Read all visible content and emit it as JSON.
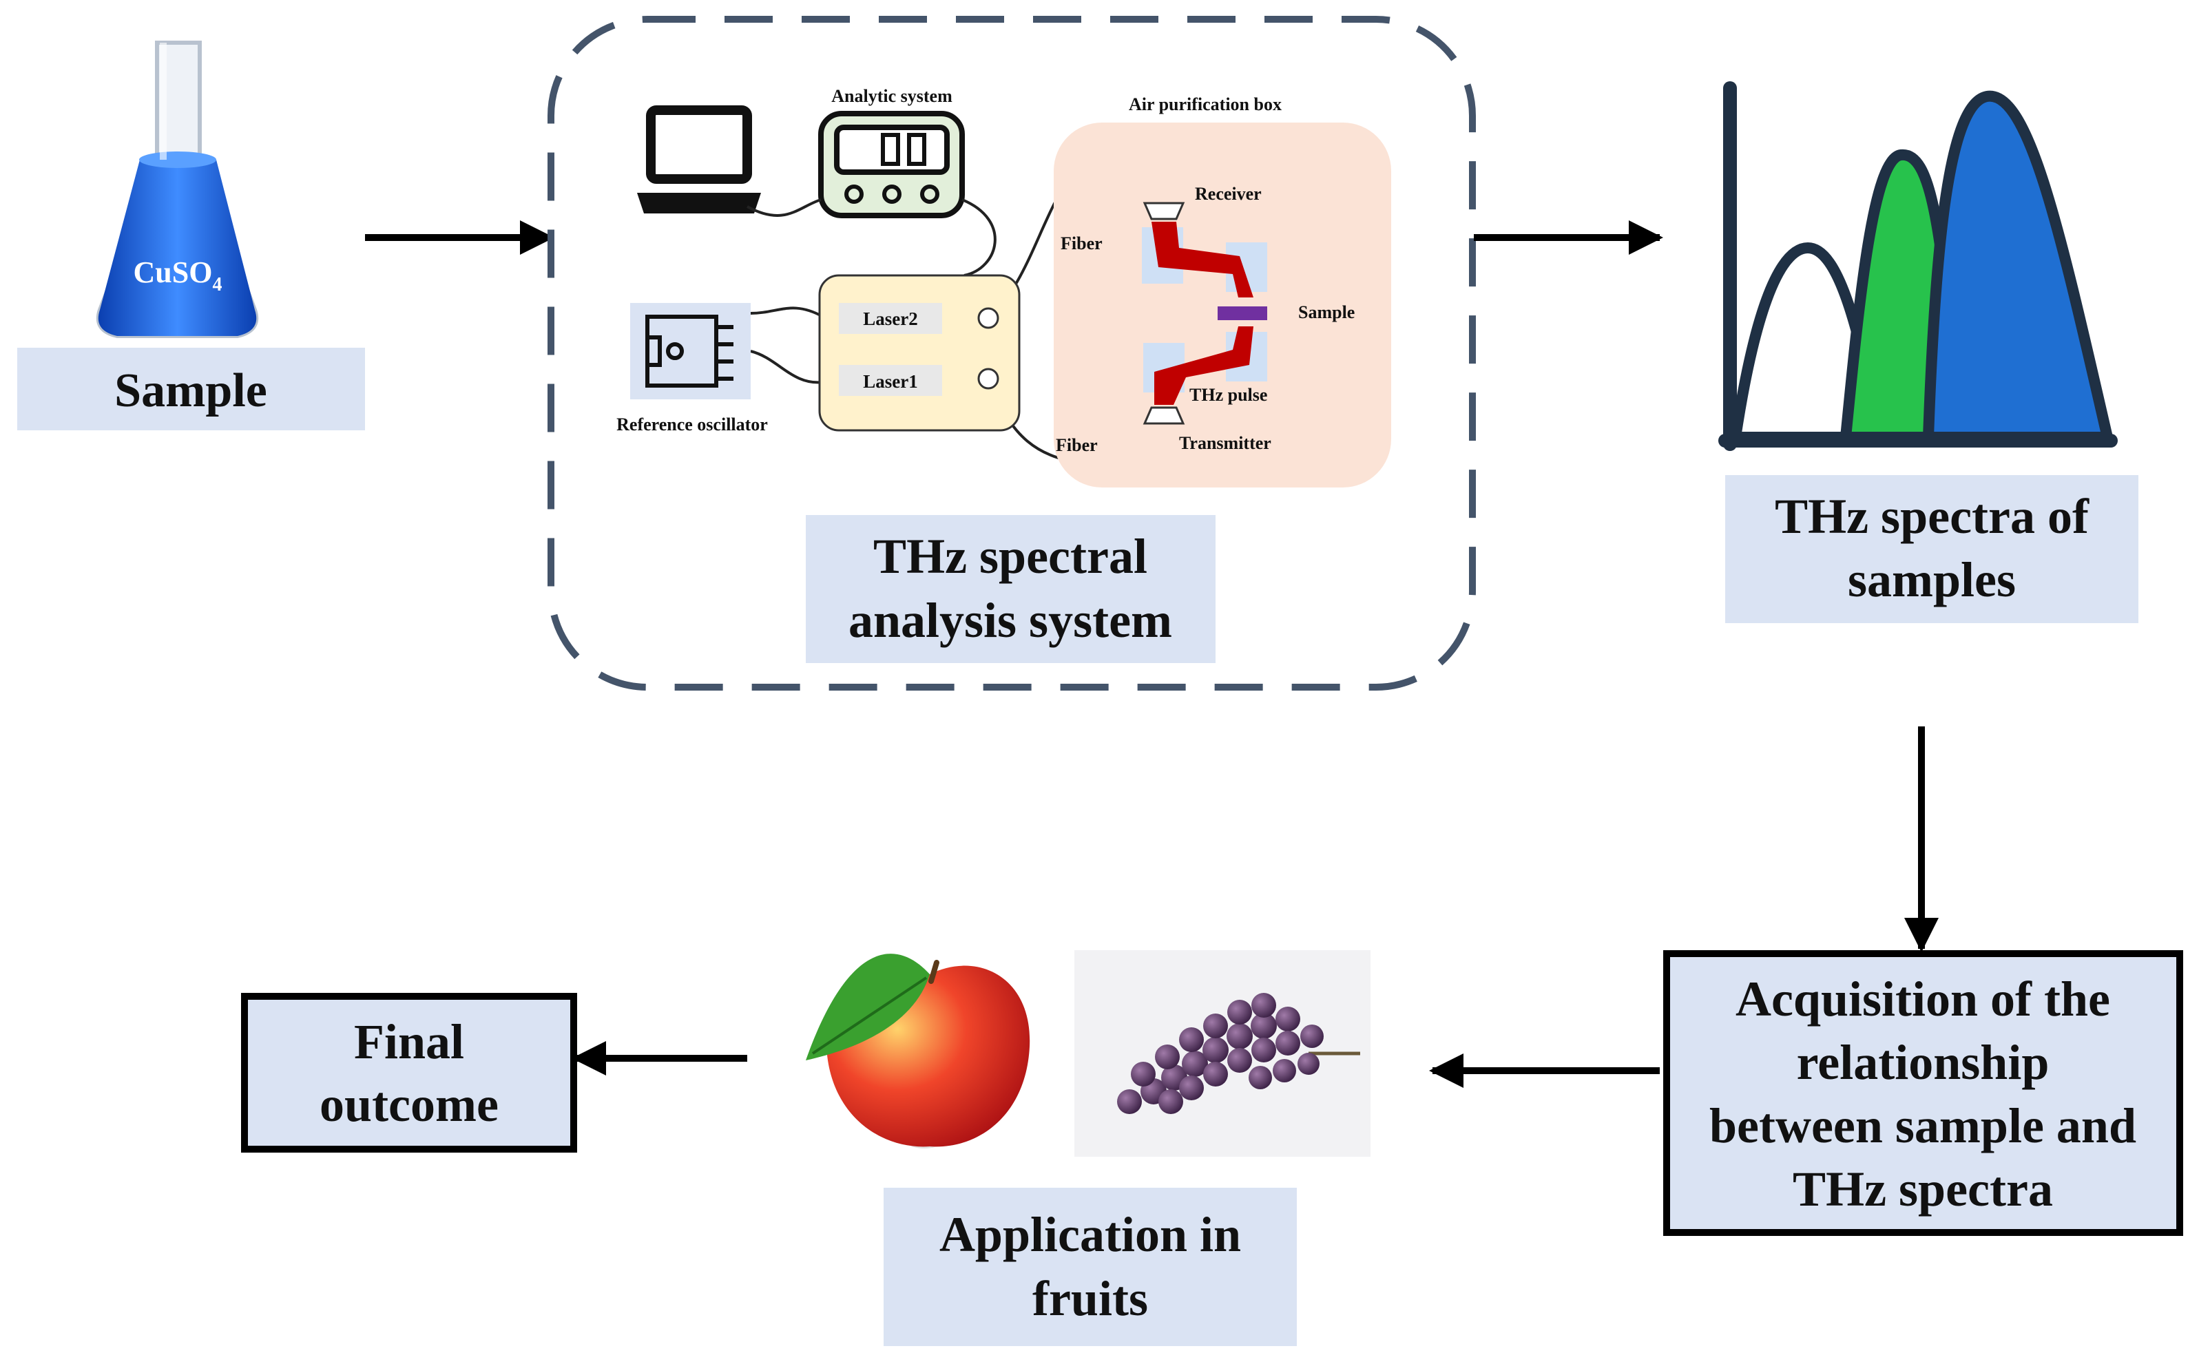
{
  "sample_flask": {
    "formula": "CuSO",
    "subscript": "4"
  },
  "sample_label": "Sample",
  "system": {
    "analytic_system_label": "Analytic system",
    "air_box_label": "Air purification box",
    "receiver_label": "Receiver",
    "fiber_top_label": "Fiber",
    "sample_label": "Sample",
    "thz_pulse_label": "THz pulse",
    "fiber_bottom_label": "Fiber",
    "transmitter_label": "Transmitter",
    "laser2_label": "Laser2",
    "laser1_label": "Laser1",
    "reference_label": "Reference oscillator",
    "title_line1": "THz spectral",
    "title_line2": "analysis system"
  },
  "spectra_label": {
    "line1": "THz spectra of",
    "line2": "samples"
  },
  "relationship_label": {
    "line1": "Acquisition of the",
    "line2": "relationship",
    "line3": "between sample and",
    "line4": "THz spectra"
  },
  "application_label": {
    "line1": "Application in",
    "line2": "fruits"
  },
  "final_label": {
    "line1": "Final",
    "line2": "outcome"
  },
  "colors": {
    "label_bg": "#dae3f3",
    "dashed_border": "#44546a",
    "air_box_bg": "#fbe3d6",
    "laser_box_bg": "#fff2cc",
    "flask_liquid": "#1f6fe0",
    "pulse_red": "#c00000",
    "sample_purple": "#7030a0",
    "spectrum_green": "#27c24c",
    "spectrum_blue": "#1f6fd2",
    "spectrum_outline": "#1f3044"
  }
}
